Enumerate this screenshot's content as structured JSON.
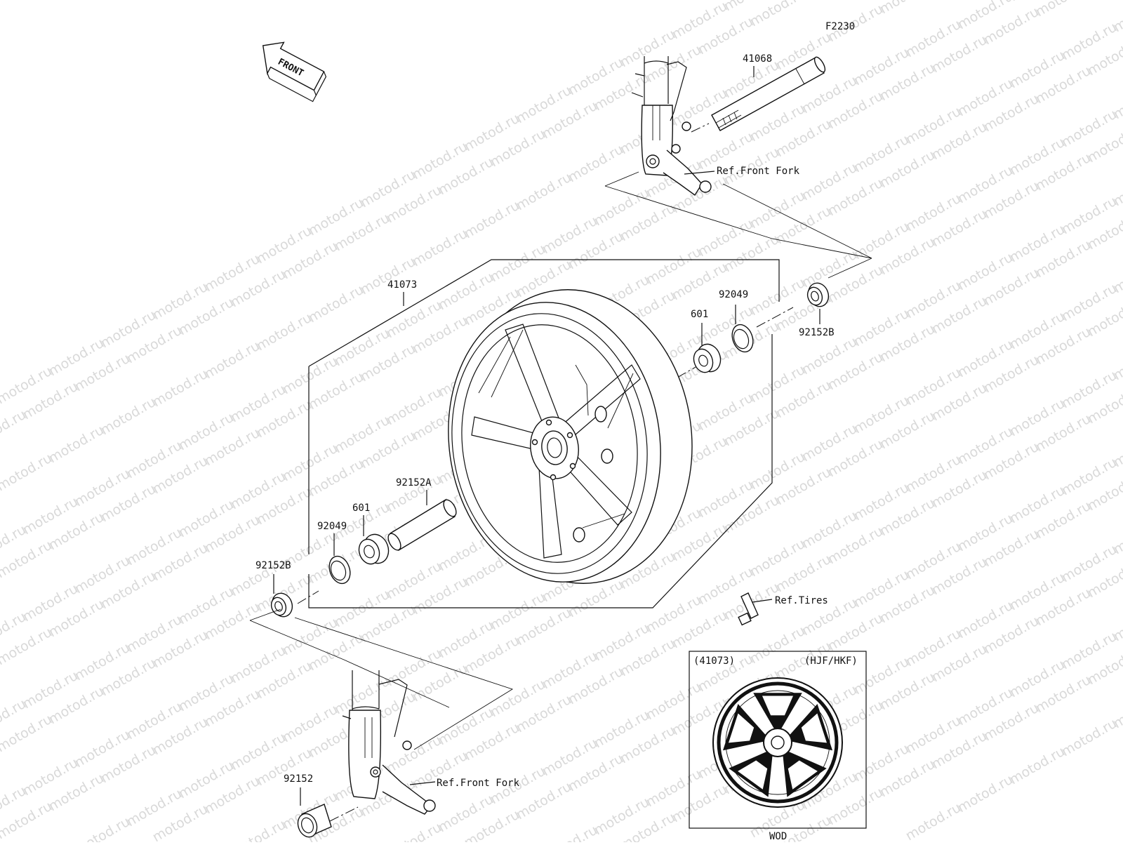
{
  "diagram": {
    "code": "F2230",
    "front_label": "FRONT",
    "watermark": "motod.ru",
    "labels": {
      "axle": "41068",
      "wheel": "41073",
      "oil_seal_right": "92049",
      "bearing_right": "601",
      "collar_right": "92152B",
      "spacer": "92152A",
      "bearing_left": "601",
      "oil_seal_left": "92049",
      "collar_left": "92152B",
      "collar_bottom": "92152",
      "ref_front_fork_top": "Ref.Front Fork",
      "ref_front_fork_bottom": "Ref.Front Fork",
      "ref_tires": "Ref.Tires"
    },
    "inset": {
      "part_number": "(41073)",
      "model_codes": "(HJF/HKF)",
      "color_code": "WOD"
    }
  }
}
